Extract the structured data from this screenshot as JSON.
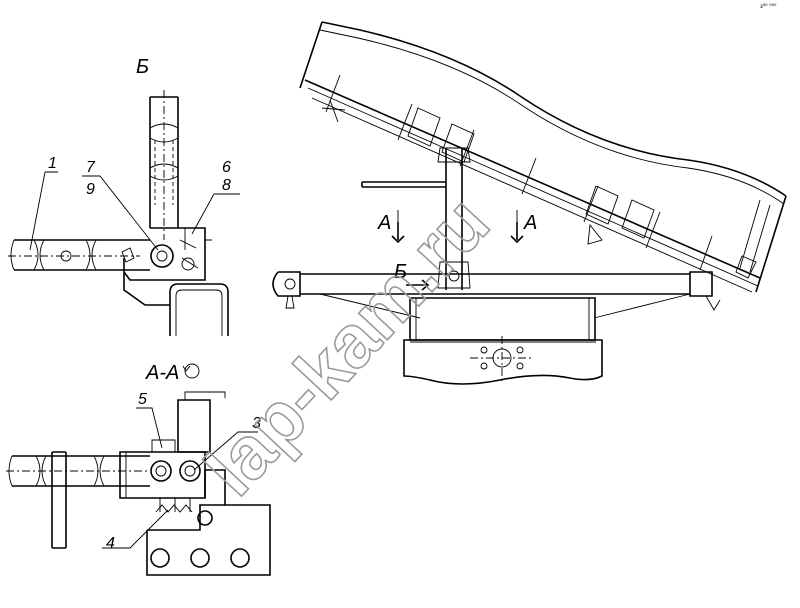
{
  "view_labels": {
    "section_b": "Б",
    "section_aa": "А-А",
    "cut_a_left": "А",
    "cut_a_right": "А",
    "cut_b": "Б"
  },
  "callouts": {
    "c1": "1",
    "c3": "3",
    "c4": "4",
    "c5": "5",
    "c6": "6",
    "c7": "7",
    "c8": "8",
    "c9": "9"
  },
  "watermark": "lap-kam.ru",
  "corner_mark": "з⁰⁰ ⁰⁰⁰"
}
